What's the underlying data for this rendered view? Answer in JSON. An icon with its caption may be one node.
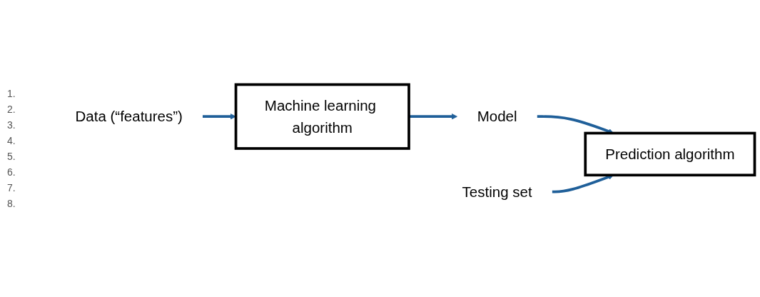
{
  "diagram": {
    "nodes": [
      {
        "text": [
          "Data (“features”)"
        ]
      },
      {
        "text": [
          "Machine learning algorithm"
        ]
      },
      {
        "text": [
          "Model"
        ]
      },
      {
        "text": [
          "Prediction algorithm"
        ]
      },
      {
        "text": [
          "Testing set"
        ]
      }
    ],
    "edges": [
      {
        "from": 0,
        "to": 1,
        "arrow": "to"
      },
      {
        "from": 1,
        "to": 2,
        "arrow": "to"
      },
      {
        "from": 2,
        "to": 3,
        "arrow": "to"
      },
      {
        "from": 4,
        "to": 3,
        "arrow": "to"
      }
    ],
    "labels": [
      "1.",
      "2.",
      "3.",
      "4.",
      "5.",
      "6.",
      "7.",
      "8."
    ]
  }
}
